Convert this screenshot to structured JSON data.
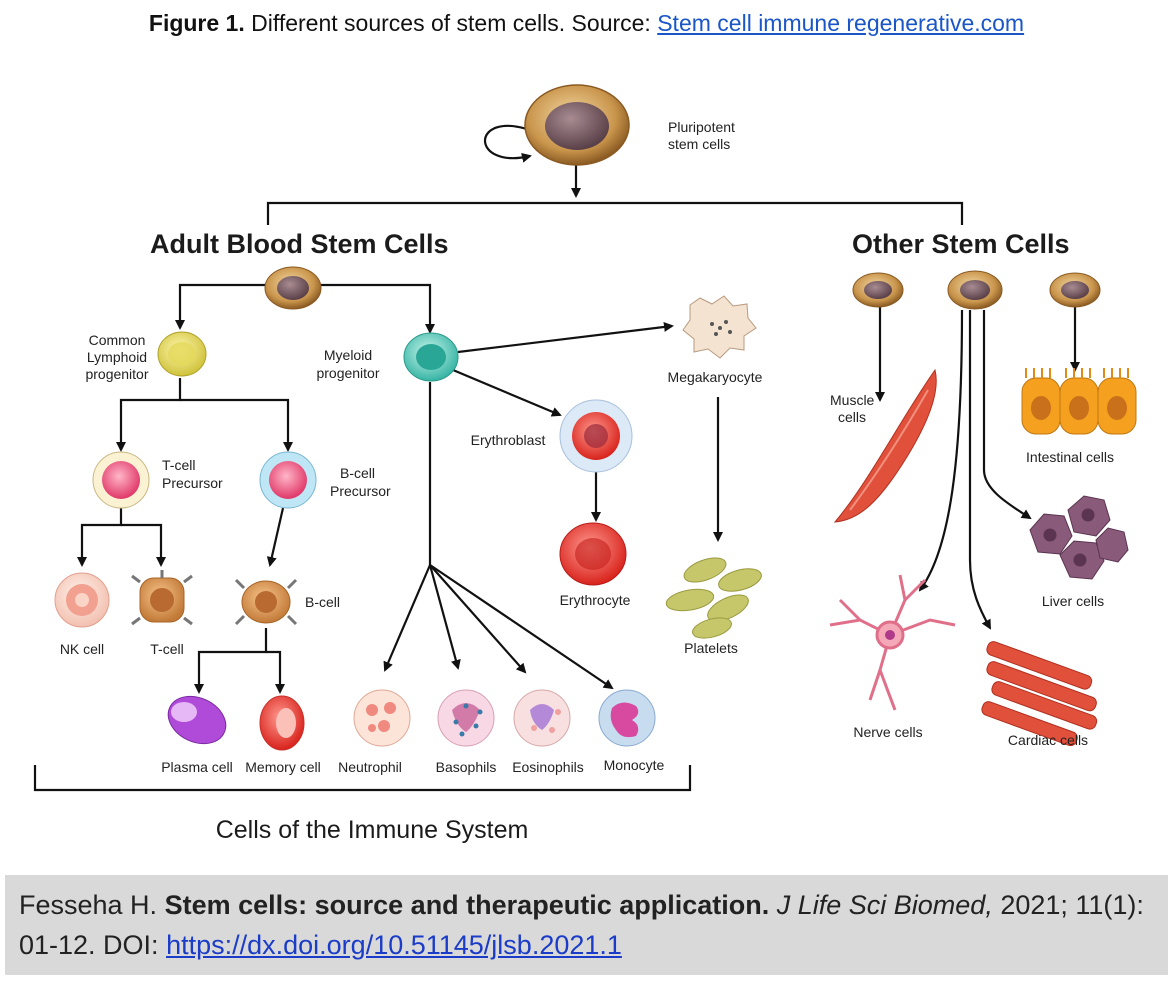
{
  "caption": {
    "figure_label": "Figure 1.",
    "text": " Different sources of stem cells. Source: ",
    "link_text": "Stem cell immune regenerative.com"
  },
  "diagram": {
    "pluripotent": [
      "Pluripotent",
      "stem cells"
    ],
    "adult_header": "Adult Blood Stem Cells",
    "other_header": "Other Stem Cells",
    "immune_header": "Cells of the Immune System",
    "cells": {
      "lymphoid": [
        "Common",
        "Lymphoid",
        "progenitor"
      ],
      "myeloid": [
        "Myeloid",
        "progenitor"
      ],
      "megakaryocyte": "Megakaryocyte",
      "erythroblast": "Erythroblast",
      "erythrocyte": "Erythrocyte",
      "platelets": "Platelets",
      "tcell_precursor": [
        "T-cell",
        "Precursor"
      ],
      "bcell_precursor": [
        "B-cell",
        "Precursor"
      ],
      "nk_cell": "NK cell",
      "t_cell": "T-cell",
      "b_cell": "B-cell",
      "plasma_cell": "Plasma cell",
      "memory_cell": "Memory cell",
      "neutrophil": "Neutrophil",
      "basophils": "Basophils",
      "eosinophils": "Eosinophils",
      "monocyte": "Monocyte",
      "muscle": [
        "Muscle",
        "cells"
      ],
      "intestinal": "Intestinal cells",
      "liver": "Liver cells",
      "nerve": "Nerve cells",
      "cardiac": "Cardiac cells"
    }
  },
  "citation": {
    "author": "Fesseha H. ",
    "title": "Stem cells: source and therapeutic application.",
    "journal": " J Life Sci Biomed,",
    "year_vol": " 2021; 11(1): 01-12. DOI: ",
    "doi": "https://dx.doi.org/10.51145/jlsb.2021.1"
  }
}
